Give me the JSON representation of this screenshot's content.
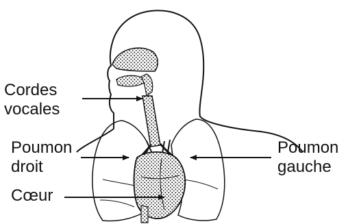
{
  "labels": {
    "vocal_cords": [
      "Cordes",
      "vocales"
    ],
    "right_lung": [
      "Poumon",
      "droit"
    ],
    "left_lung": [
      "Poumon",
      "gauche"
    ],
    "heart": "Cœur"
  },
  "colors": {
    "line": "#111111",
    "background": "#ffffff",
    "stipple": "#222222"
  }
}
